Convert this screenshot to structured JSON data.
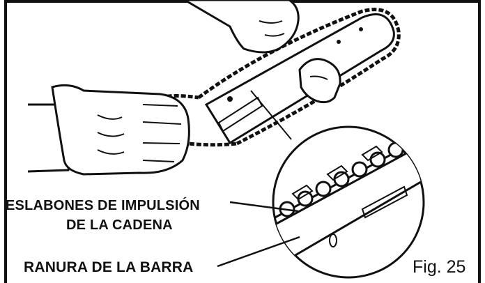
{
  "figure": {
    "fig_label": "Fig. 25",
    "labels": {
      "drive_links_line1": "ESLABONES DE IMPULSIÓN",
      "drive_links_line2": "DE LA CADENA",
      "bar_groove": "RANURA DE LA BARRA"
    },
    "icons": [
      "gloved-hand-left-icon",
      "gloved-hand-top-icon",
      "gloved-hand-right-icon",
      "chainsaw-bar-icon",
      "saw-chain-icon",
      "magnifier-callout-icon"
    ],
    "colors": {
      "ink": "#111111",
      "paper": "#ffffff"
    }
  }
}
